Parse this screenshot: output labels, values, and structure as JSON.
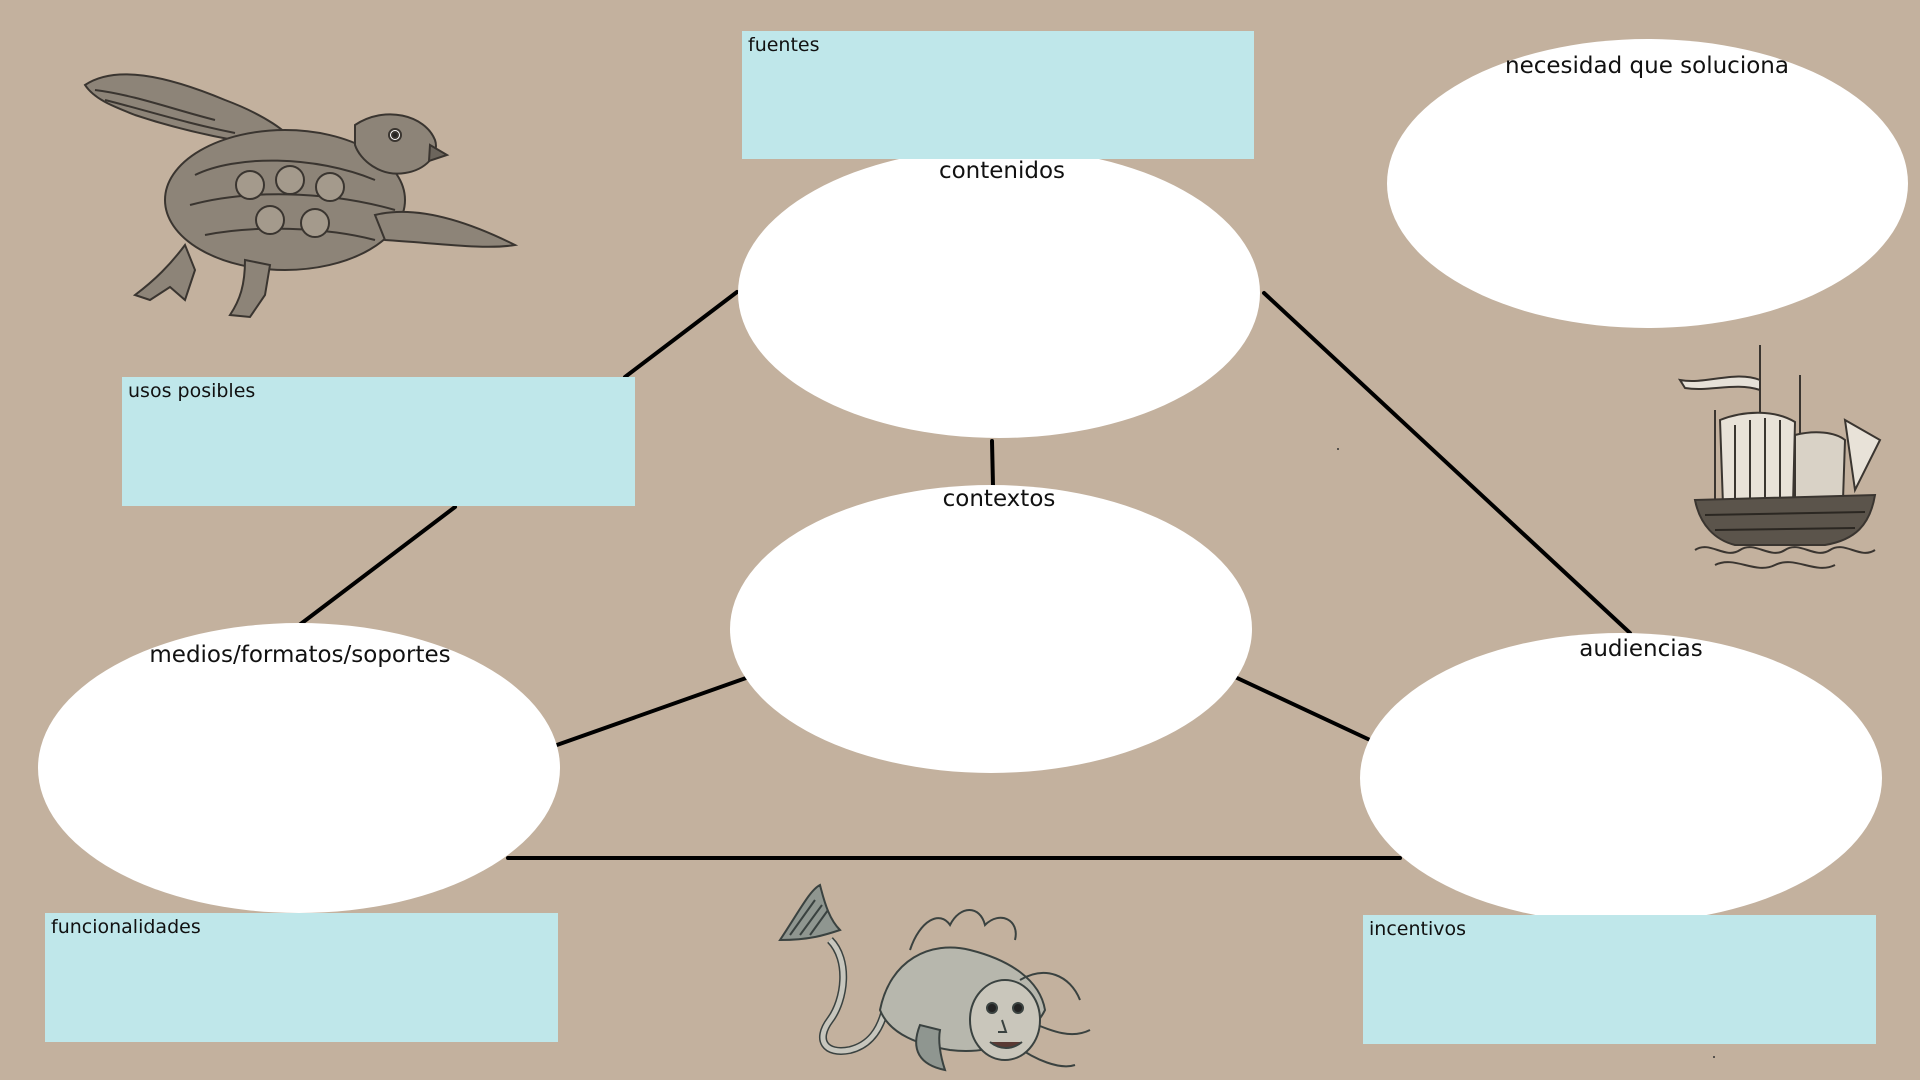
{
  "nodes": {
    "contenidos": "contenidos",
    "contextos": "contextos",
    "medios": "medios/formatos/soportes",
    "audiencias": "audiencias",
    "necesidad": "necesidad que soluciona"
  },
  "boxes": {
    "fuentes": "fuentes",
    "usos": "usos posibles",
    "funcionalidades": "funcionalidades",
    "incentivos": "incentivos"
  },
  "colors": {
    "background": "#c3b19e",
    "ellipse": "#ffffff",
    "box": "#bfe7ea",
    "line": "#000000"
  },
  "illustrations": [
    "sea-turtle-illustration",
    "sailing-ship-illustration",
    "sea-monster-illustration"
  ]
}
